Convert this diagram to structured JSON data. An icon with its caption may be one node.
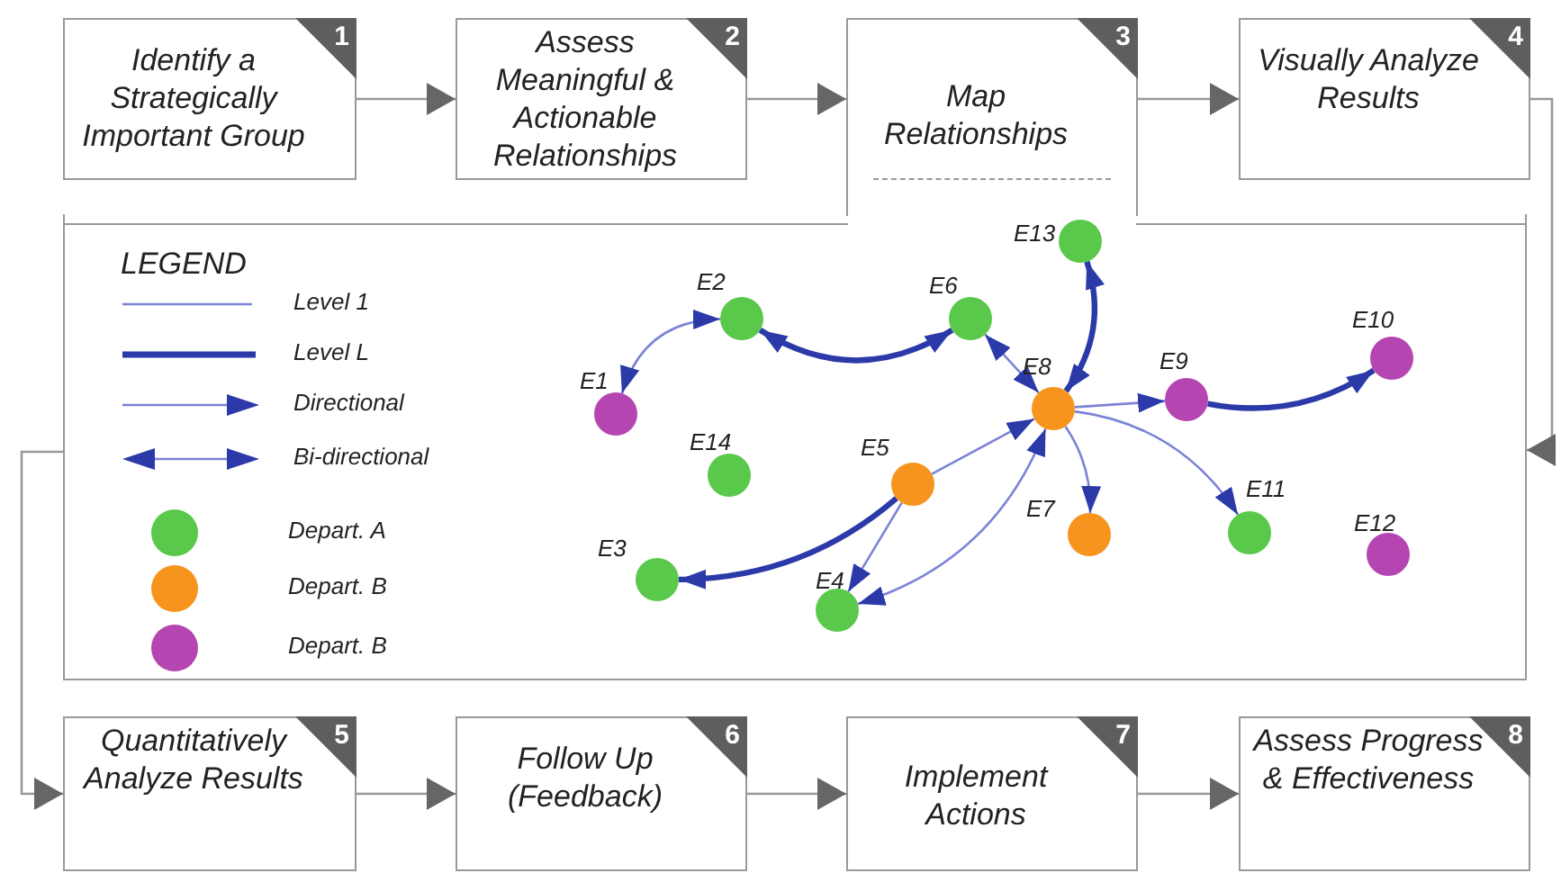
{
  "diagram": {
    "nodes": [
      {
        "text": [
          "Identify a Strategically Important Group",
          "1"
        ]
      },
      {
        "text": [
          "Assess Meaningful & Actionable Relationships",
          "2"
        ]
      },
      {
        "text": [
          "Map Relationships",
          "3"
        ]
      },
      {
        "text": [
          "Visually Analyze Results",
          "4"
        ]
      },
      {
        "text": [],
        "shape": "box"
      },
      {
        "text": [],
        "shape": "circle",
        "beside": [
          "E1"
        ],
        "in": 4
      },
      {
        "text": [],
        "shape": "circle",
        "beside": [
          "E2"
        ],
        "in": 4
      },
      {
        "text": [],
        "shape": "circle",
        "beside": [
          "E3"
        ],
        "in": 4
      },
      {
        "text": [],
        "shape": "circle",
        "beside": [
          "E4"
        ],
        "in": 4
      },
      {
        "text": [],
        "shape": "circle",
        "beside": [
          "E5"
        ],
        "in": 4
      },
      {
        "text": [],
        "shape": "circle",
        "beside": [
          "E6"
        ],
        "in": 4
      },
      {
        "text": [],
        "shape": "circle",
        "beside": [
          "E7"
        ],
        "in": 4
      },
      {
        "text": [],
        "shape": "circle",
        "beside": [
          "E8"
        ],
        "in": 4
      },
      {
        "text": [],
        "shape": "circle",
        "beside": [
          "E9"
        ],
        "in": 4
      },
      {
        "text": [],
        "shape": "circle",
        "beside": [
          "E10"
        ],
        "in": 4
      },
      {
        "text": [],
        "shape": "circle",
        "beside": [
          "E11"
        ],
        "in": 4
      },
      {
        "text": [],
        "shape": "circle",
        "beside": [
          "E12"
        ],
        "in": 4
      },
      {
        "text": [],
        "shape": "circle",
        "beside": [
          "E13"
        ],
        "in": 4
      },
      {
        "text": [],
        "shape": "circle",
        "beside": [
          "E14"
        ],
        "in": 4
      },
      {
        "text": [
          "Quantitatively Analyze Results",
          "5"
        ]
      },
      {
        "text": [
          "Follow Up (Feedback)",
          "6"
        ]
      },
      {
        "text": [
          "Implement Actions",
          "7"
        ]
      },
      {
        "text": [
          "Assess Progress & Effectiveness",
          "8"
        ]
      }
    ],
    "edges": [
      {
        "from": 0,
        "to": 1,
        "arrow": "to"
      },
      {
        "from": 1,
        "to": 2,
        "arrow": "to"
      },
      {
        "from": 2,
        "to": 3,
        "arrow": "to"
      },
      {
        "from": 3,
        "to": 4,
        "arrow": "to"
      },
      {
        "from": 4,
        "to": 19,
        "arrow": "to"
      },
      {
        "from": 19,
        "to": 20,
        "arrow": "to"
      },
      {
        "from": 20,
        "to": 21,
        "arrow": "to"
      },
      {
        "from": 21,
        "to": 22,
        "arrow": "to"
      },
      {
        "from": 6,
        "to": 5,
        "arrow": "both"
      },
      {
        "from": 6,
        "to": 10,
        "arrow": "both",
        "style": "thick",
        "color": "#2b3aa8"
      },
      {
        "from": 10,
        "to": 12,
        "arrow": "both"
      },
      {
        "from": 17,
        "to": 12,
        "arrow": "both",
        "style": "thick",
        "color": "#2b3aa8"
      },
      {
        "from": 12,
        "to": 13,
        "arrow": "to"
      },
      {
        "from": 13,
        "to": 14,
        "arrow": "to",
        "style": "thick",
        "color": "#2b3aa8"
      },
      {
        "from": 12,
        "to": 11,
        "arrow": "to"
      },
      {
        "from": 12,
        "to": 15,
        "arrow": "to"
      },
      {
        "from": 9,
        "to": 12,
        "arrow": "to"
      },
      {
        "from": 9,
        "to": 7,
        "arrow": "to",
        "style": "thick",
        "color": "#2b3aa8"
      },
      {
        "from": 9,
        "to": 8,
        "arrow": "to"
      },
      {
        "from": 8,
        "to": 12,
        "arrow": "both"
      }
    ],
    "labels": [
      "LEGEND"
    ],
    "legend": [
      {
        "text": "Level 1"
      },
      {
        "text": "Level L"
      },
      {
        "text": "Directional"
      },
      {
        "text": "Bi-directional"
      },
      {
        "text": "Depart. A",
        "color": "#5ac84a"
      },
      {
        "text": "Depart. B",
        "color": "#f7941d"
      },
      {
        "text": "Depart. B",
        "color": "#b545b0"
      }
    ]
  }
}
